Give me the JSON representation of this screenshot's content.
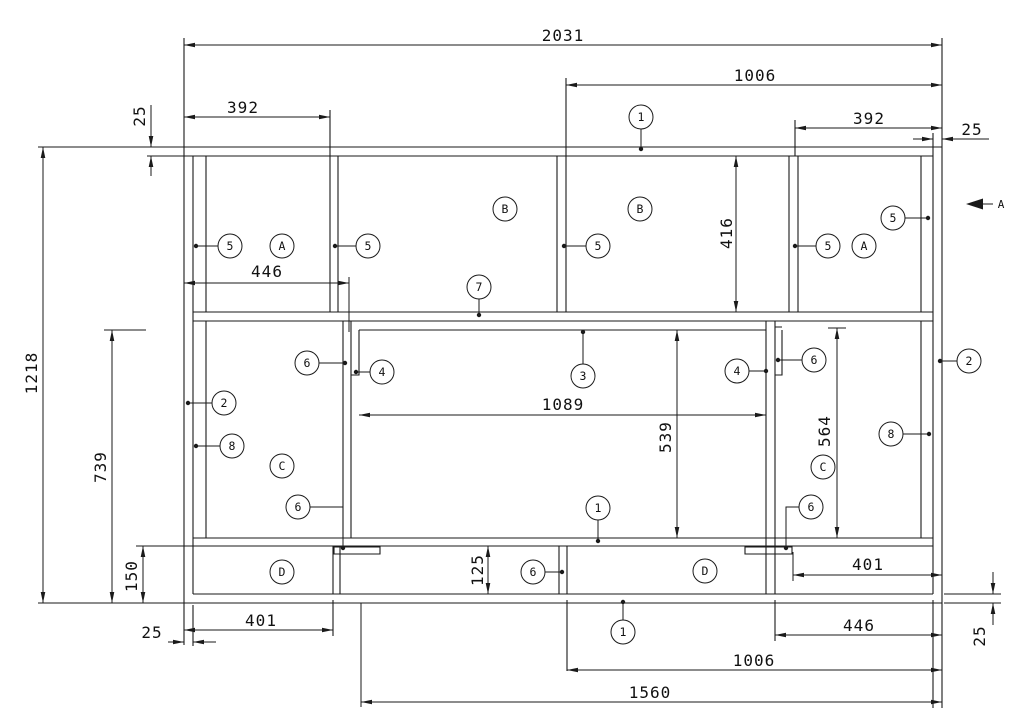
{
  "drawing": {
    "colors": {
      "background": "#ffffff",
      "line": "#1a1a1a"
    },
    "section": {
      "label": "A"
    },
    "dims": {
      "overall_width": "2031",
      "top_width_right_half": "1006",
      "top_left_panel": "392",
      "top_left_tube": "25",
      "top_right_panel": "392",
      "top_right_tube": "25",
      "top_band_left": "446",
      "top_band_height": "416",
      "overall_height": "1218",
      "left_lower_height": "739",
      "opening_width": "1089",
      "opening_height": "539",
      "right_panel_height": "564",
      "bottom_band_height": "150",
      "bottom_inner_height": "125",
      "bottom_left_panel": "401",
      "bottom_left_tube": "25",
      "bottom_right_panel": "401",
      "bottom_right_span": "446",
      "bottom_right_tube": "25",
      "bottom_width_right_half": "1006",
      "bottom_width_span": "1560"
    },
    "balloons": {
      "five_1": "5",
      "five_2": "5",
      "five_3": "5",
      "five_4": "5",
      "five_5": "5",
      "a_left": "A",
      "a_right": "A",
      "b_left": "B",
      "b_right": "B",
      "one_top": "1",
      "one_mid": "1",
      "one_bottom": "1",
      "seven": "7",
      "two_left": "2",
      "two_right": "2",
      "eight_left": "8",
      "eight_right": "8",
      "c_left": "C",
      "c_right": "C",
      "three": "3",
      "four_left": "4",
      "four_right": "4",
      "six_top_left": "6",
      "six_top_right": "6",
      "six_bottom_left": "6",
      "six_bottom_right": "6",
      "six_bottom_center": "6",
      "d_left": "D",
      "d_right": "D"
    }
  }
}
